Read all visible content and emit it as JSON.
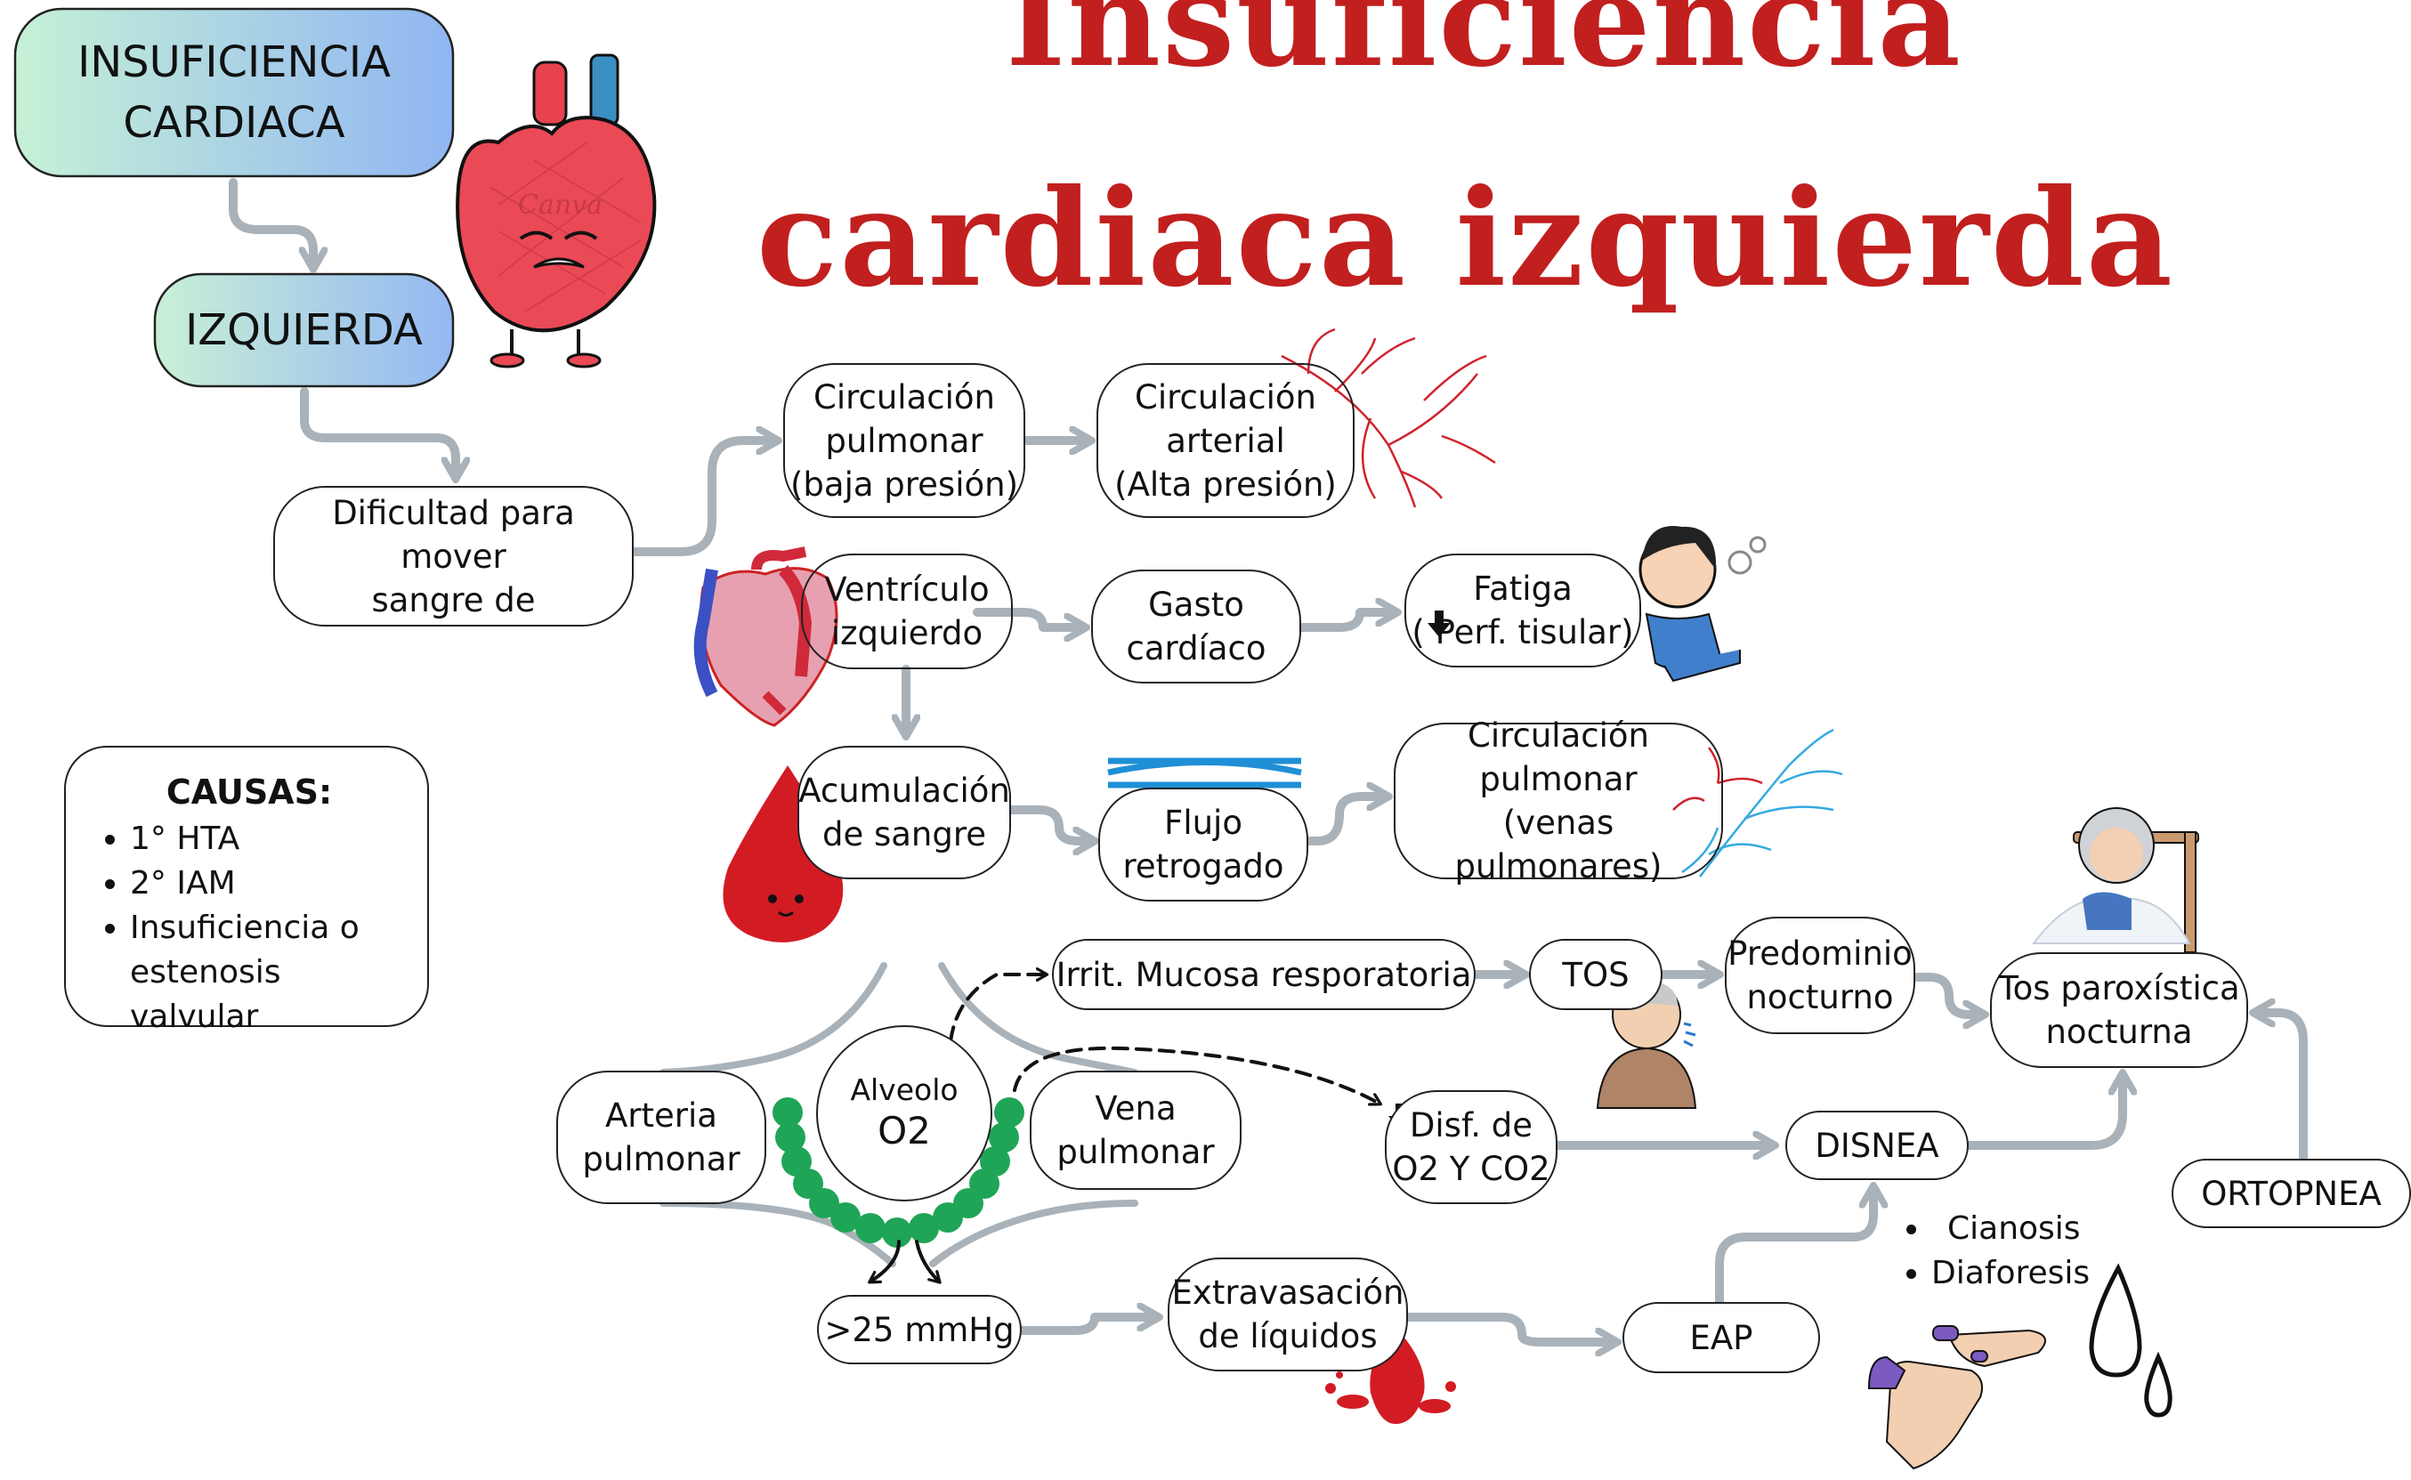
{
  "title": {
    "line1": "Insuficiencia",
    "line2": "cardiaca izquierda"
  },
  "nodes": {
    "insuficiencia_cardiaca": "INSUFICIENCIA\nCARDIACA",
    "izquierda": "IZQUIERDA",
    "dificultad": "Dificultad para mover\nsangre de",
    "circ_pulmonar_baja": "Circulación\npulmonar\n(baja presión)",
    "circ_arterial_alta": "Circulación\narterial\n(Alta presión)",
    "ventriculo_izquierdo": "Ventrículo\nizquierdo",
    "gasto_cardiaco": "Gasto\ncardíaco",
    "fatiga": "Fatiga\n(  Perf. tisular)",
    "acumulacion_sangre": "Acumulación\nde sangre",
    "flujo_retrogado": "Flujo\nretrogado",
    "circ_venas_pulmonares": "Circulación\npulmonar\n(venas pulmonares)",
    "irrit_mucosa": "Irrit. Mucosa resporatoria",
    "tos": "TOS",
    "predominio_nocturno": "Predominio\nnocturno",
    "tos_paroxistica": "Tos paroxística\nnocturna",
    "alveolo_label": "Alveolo",
    "alveolo_o2": "O2",
    "arteria_pulmonar": "Arteria\npulmonar",
    "vena_pulmonar": "Vena\npulmonar",
    "disf_o2": "  Disf. de\nO2 Y CO2",
    "disnea": "DISNEA",
    "ortopnea": "ORTOPNEA",
    "presion": ">25 mmHg",
    "extravasacion": "Extravasación\nde líquidos",
    "eap": "EAP"
  },
  "causas": {
    "heading": "CAUSAS:",
    "items": [
      "1° HTA",
      "2° IAM",
      "Insuficiencia o estenosis valvular"
    ]
  },
  "signos": [
    "Cianosis",
    "Diaforesis"
  ],
  "watermark": "Canva",
  "colors": {
    "title": "#c21f1f",
    "connector": "#a9b2b9",
    "alveolo_green": "#1fa557",
    "blood": "#d31b24"
  },
  "icons": [
    "heart-character-icon",
    "heart-anatomy-icon",
    "blood-drop-icon",
    "flow-waves-icon",
    "red-vessels-icon",
    "blue-vessels-icon",
    "tired-child-icon",
    "coughing-elder-icon",
    "elder-in-bed-icon",
    "blood-splash-icon",
    "cyanotic-hands-icon",
    "sweat-drops-icon",
    "down-arrow-icon"
  ]
}
